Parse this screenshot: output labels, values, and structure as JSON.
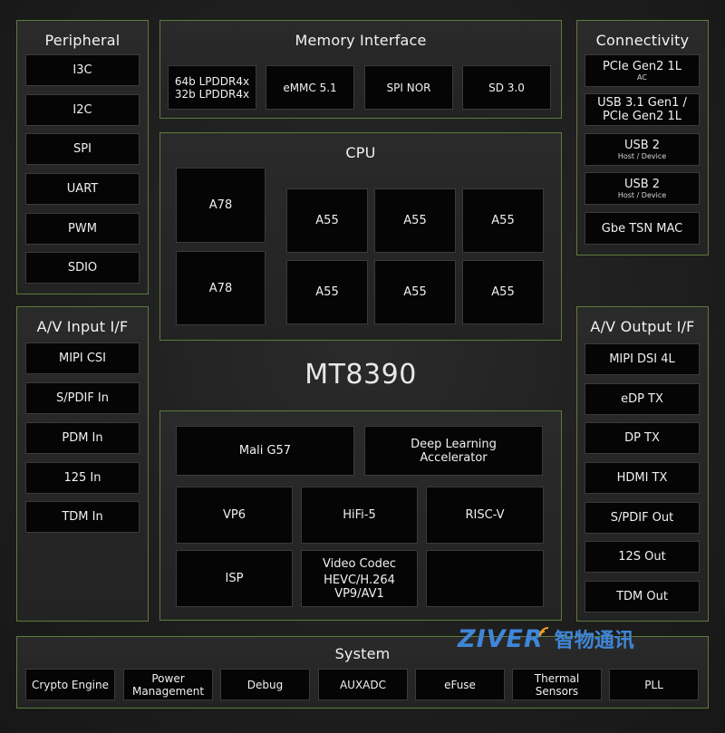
{
  "chip": "MT8390",
  "peripheral": {
    "title": "Peripheral",
    "items": [
      "I3C",
      "I2C",
      "SPI",
      "UART",
      "PWM",
      "SDIO"
    ]
  },
  "memory": {
    "title": "Memory Interface",
    "items": [
      {
        "line1": "64b LPDDR4x",
        "line2": "32b LPDDR4x"
      },
      {
        "line1": "eMMC 5.1"
      },
      {
        "line1": "SPI NOR"
      },
      {
        "line1": "SD 3.0"
      }
    ]
  },
  "connectivity": {
    "title": "Connectivity",
    "items": [
      {
        "main": "PCIe Gen2 1L",
        "sub": "AC"
      },
      {
        "main": "USB 3.1 Gen1 /",
        "main2": "PCIe Gen2 1L"
      },
      {
        "main": "USB 2",
        "sub": "Host / Device"
      },
      {
        "main": "USB 2",
        "sub": "Host / Device"
      },
      {
        "main": "Gbe TSN MAC"
      }
    ]
  },
  "cpu": {
    "title": "CPU",
    "big": [
      "A78",
      "A78"
    ],
    "little": [
      "A55",
      "A55",
      "A55",
      "A55",
      "A55",
      "A55"
    ]
  },
  "av_input": {
    "title": "A/V Input I/F",
    "items": [
      "MIPI CSI",
      "S/PDIF In",
      "PDM In",
      "125 In",
      "TDM In"
    ]
  },
  "av_output": {
    "title": "A/V Output I/F",
    "items": [
      "MIPI DSI 4L",
      "eDP TX",
      "DP TX",
      "HDMI TX",
      "S/PDIF Out",
      "12S Out",
      "TDM Out"
    ]
  },
  "accel": {
    "gpu": "Mali G57",
    "dla_line1": "Deep Learning",
    "dla_line2": "Accelerator",
    "vp6": "VP6",
    "hifi": "HiFi-5",
    "riscv": "RISC-V",
    "isp": "ISP",
    "codec_line1": "Video Codec",
    "codec_line2": "HEVC/H.264",
    "codec_line3": "VP9/AV1",
    "empty": ""
  },
  "system": {
    "title": "System",
    "items": [
      {
        "line1": "Crypto Engine"
      },
      {
        "line1": "Power",
        "line2": "Management"
      },
      {
        "line1": "Debug"
      },
      {
        "line1": "AUXADC"
      },
      {
        "line1": "eFuse"
      },
      {
        "line1": "Thermal",
        "line2": "Sensors"
      },
      {
        "line1": "PLL"
      }
    ]
  },
  "watermark": {
    "latin": "ZIVER",
    "cjk": "智物通讯"
  },
  "colors": {
    "panel_border": "#5e7a3a",
    "block_fill": "#050505",
    "watermark": "#3f86d8"
  }
}
